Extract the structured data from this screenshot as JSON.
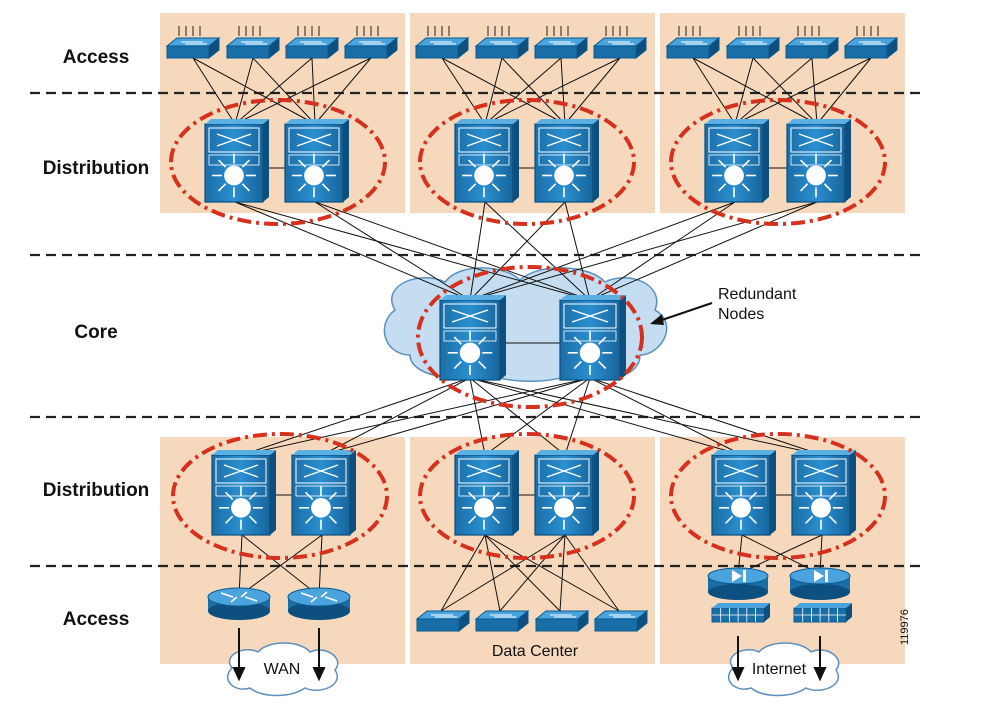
{
  "tiers": {
    "access_top": "Access",
    "distribution_top": "Distribution",
    "core": "Core",
    "distribution_bottom": "Distribution",
    "access_bottom": "Access"
  },
  "callout": {
    "line1": "Redundant",
    "line2": "Nodes"
  },
  "clouds": {
    "wan": "WAN",
    "datacenter": "Data Center",
    "internet": "Internet"
  },
  "figure_id": "119976",
  "colors": {
    "block_fill": "#f6d8bd",
    "device_blue": "#1f77b4",
    "device_dark": "#0b5a8f",
    "ring_red": "#d6311e",
    "core_cloud": "#c4ddf0"
  },
  "icons": [
    "switch-icon",
    "multilayer-switch-icon",
    "router-icon",
    "firewall-icon",
    "vpn-concentrator-icon",
    "cloud-icon"
  ]
}
